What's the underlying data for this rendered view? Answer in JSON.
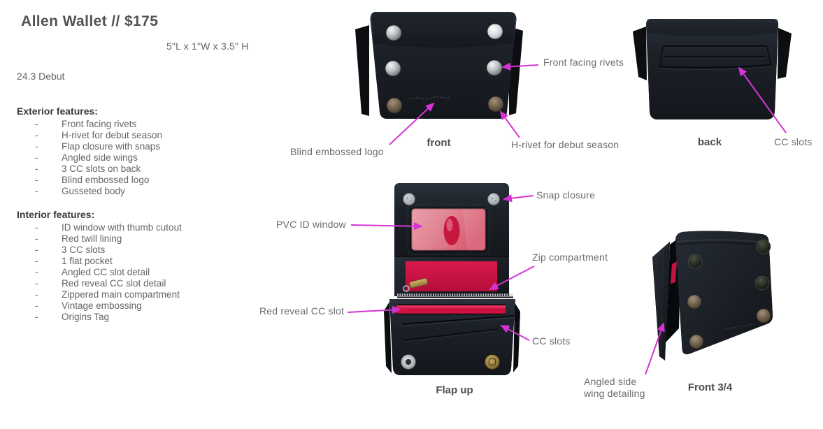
{
  "header": {
    "title": "Allen Wallet // $175",
    "dimensions": "5\"L x 1\"W x 3.5\" H",
    "season": "24.3 Debut"
  },
  "exterior": {
    "heading": "Exterior features:",
    "bullet": "-",
    "items": [
      "Front facing rivets",
      "H-rivet for debut season",
      "Flap closure with snaps",
      "Angled side wings",
      "3 CC slots on back",
      "Blind embossed logo",
      "Gusseted body"
    ]
  },
  "interior": {
    "heading": "Interior features:",
    "bullet": "-",
    "items": [
      "ID window with thumb cutout",
      "Red twill lining",
      "3 CC slots",
      "1 flat pocket",
      "Angled CC slot detail",
      "Red reveal CC slot detail",
      "Zippered main compartment",
      "Vintage embossing",
      "Origins Tag"
    ]
  },
  "views": {
    "front_label": "front",
    "back_label": "back",
    "flap_up_label": "Flap up",
    "front_34_label": "Front 3/4"
  },
  "annotations": {
    "front_facing_rivets": "Front facing rivets",
    "h_rivet": "H-rivet for debut season",
    "blind_embossed_logo": "Blind embossed logo",
    "cc_slots_back": "CC slots",
    "snap_closure": "Snap closure",
    "pvc_id_window": "PVC ID window",
    "zip_compartment": "Zip compartment",
    "red_reveal_cc_slot": "Red reveal CC slot",
    "cc_slots_interior": "CC slots",
    "angled_side_wing": "Angled side\nwing detailing"
  },
  "colors": {
    "arrow": "#d534d5",
    "title_text": "#525254",
    "body_text": "#646568",
    "label_text": "#4d4d50",
    "leather_dark": "#171b21",
    "lining_red": "#d01243",
    "rivet_silver": "#c9ccd0"
  }
}
